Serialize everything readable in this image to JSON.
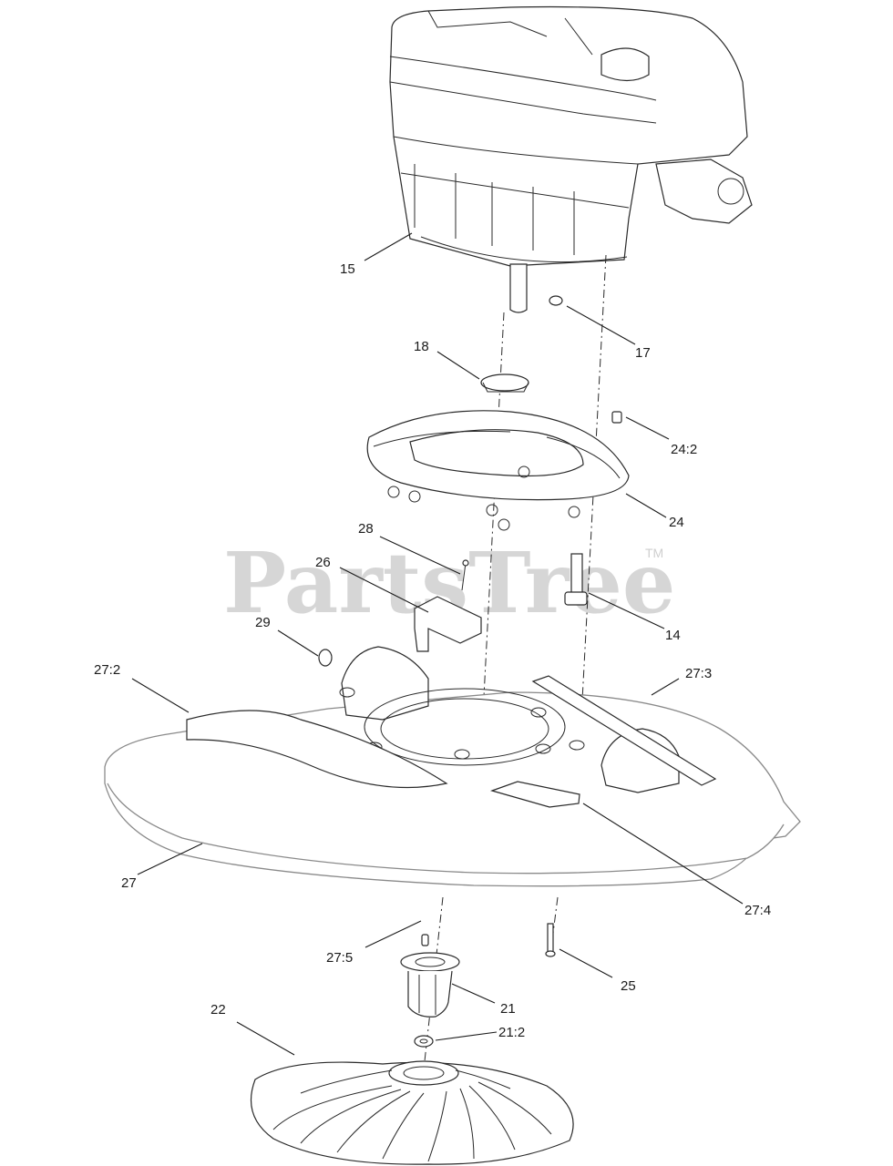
{
  "watermark": {
    "text": "PartsTree",
    "trademark": "TM"
  },
  "callouts": [
    {
      "id": "15",
      "label": "15"
    },
    {
      "id": "17",
      "label": "17"
    },
    {
      "id": "18",
      "label": "18"
    },
    {
      "id": "24_2",
      "label": "24:2"
    },
    {
      "id": "24",
      "label": "24"
    },
    {
      "id": "28",
      "label": "28"
    },
    {
      "id": "26",
      "label": "26"
    },
    {
      "id": "14",
      "label": "14"
    },
    {
      "id": "29",
      "label": "29"
    },
    {
      "id": "27_2",
      "label": "27:2"
    },
    {
      "id": "27_3",
      "label": "27:3"
    },
    {
      "id": "27",
      "label": "27"
    },
    {
      "id": "27_4",
      "label": "27:4"
    },
    {
      "id": "27_5",
      "label": "27:5"
    },
    {
      "id": "25",
      "label": "25"
    },
    {
      "id": "21",
      "label": "21"
    },
    {
      "id": "22",
      "label": "22"
    },
    {
      "id": "21_2",
      "label": "21:2"
    }
  ]
}
